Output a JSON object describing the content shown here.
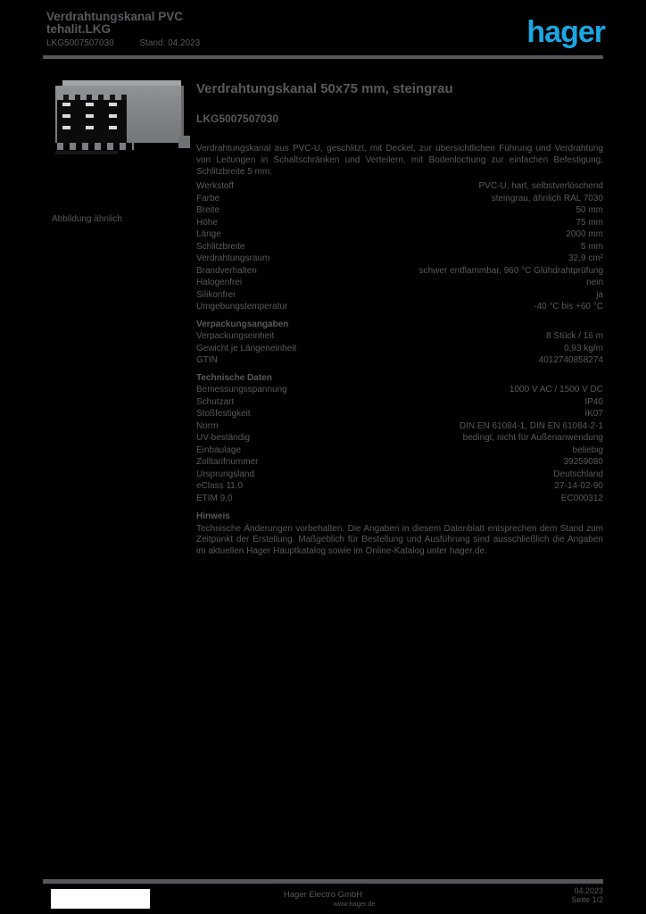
{
  "page": {
    "background": "#000000",
    "text_color": "#57595c",
    "brand_blue": "#1ba6e0"
  },
  "header": {
    "line1": "Verdrahtungskanal PVC",
    "line2": "tehalit.LKG",
    "ref": "LKG5007507030",
    "date": "Stand: 04.2023",
    "logo_text": "hager"
  },
  "product": {
    "image_caption": "Abbildung ähnlich",
    "title": "Verdrahtungskanal 50x75 mm, steingrau",
    "reference": "LKG5007507030",
    "description": "Verdrahtungskanal aus PVC-U, geschlitzt, mit Deckel, zur übersichtlichen Führung und Verdrahtung von Leitungen in Schaltschränken und Verteilern, mit Bodenlochung zur einfachen Befestigung, Schlitzbreite 5 mm."
  },
  "spec_groups": [
    {
      "heading": "",
      "rows": [
        {
          "label": "Werkstoff",
          "value": "PVC-U, hart, selbstverlöschend"
        },
        {
          "label": "Farbe",
          "value": "steingrau, ähnlich RAL 7030"
        },
        {
          "label": "Breite",
          "value": "50 mm"
        },
        {
          "label": "Höhe",
          "value": "75 mm"
        },
        {
          "label": "Länge",
          "value": "2000 mm"
        },
        {
          "label": "Schlitzbreite",
          "value": "5 mm"
        },
        {
          "label": "Verdrahtungsraum",
          "value": "32,9 cm²"
        },
        {
          "label": "Brandverhalten",
          "value": "schwer entflammbar, 960 °C Glühdrahtprüfung"
        },
        {
          "label": "Halogenfrei",
          "value": "nein"
        },
        {
          "label": "Silikonfrei",
          "value": "ja"
        },
        {
          "label": "Umgebungstemperatur",
          "value": "-40 °C bis +60 °C"
        }
      ]
    },
    {
      "heading": "Verpackungsangaben",
      "rows": [
        {
          "label": "Verpackungseinheit",
          "value": "8 Stück / 16 m"
        },
        {
          "label": "Gewicht je Längeneinheit",
          "value": "0,93 kg/m"
        },
        {
          "label": "GTIN",
          "value": "4012740858274"
        }
      ]
    },
    {
      "heading": "Technische Daten",
      "rows": [
        {
          "label": "Bemessungsspannung",
          "value": "1000 V AC / 1500 V DC"
        },
        {
          "label": "Schutzart",
          "value": "IP40"
        },
        {
          "label": "Stoßfestigkeit",
          "value": "IK07"
        },
        {
          "label": "Norm",
          "value": "DIN EN 61084-1, DIN EN 61084-2-1"
        },
        {
          "label": "UV-beständig",
          "value": "bedingt, nicht für Außenanwendung"
        },
        {
          "label": "Einbaulage",
          "value": "beliebig"
        },
        {
          "label": "Zolltarifnummer",
          "value": "39259080"
        },
        {
          "label": "Ursprungsland",
          "value": "Deutschland"
        },
        {
          "label": "eClass 11.0",
          "value": "27-14-02-90"
        },
        {
          "label": "ETIM 9.0",
          "value": "EC000312"
        }
      ]
    }
  ],
  "note": {
    "heading": "Hinweis",
    "text": "Technische Änderungen vorbehalten. Die Angaben in diesem Datenblatt entsprechen dem Stand zum Zeitpunkt der Erstellung. Maßgeblich für Bestellung und Ausführung sind ausschließlich die Angaben im aktuellen Hager Hauptkatalog sowie im Online-Katalog unter hager.de."
  },
  "footer": {
    "center_line1": "Hager Electro GmbH",
    "center_line2": "www.hager.de",
    "right_line1": "04.2023",
    "right_line2": "Seite 1/2"
  }
}
